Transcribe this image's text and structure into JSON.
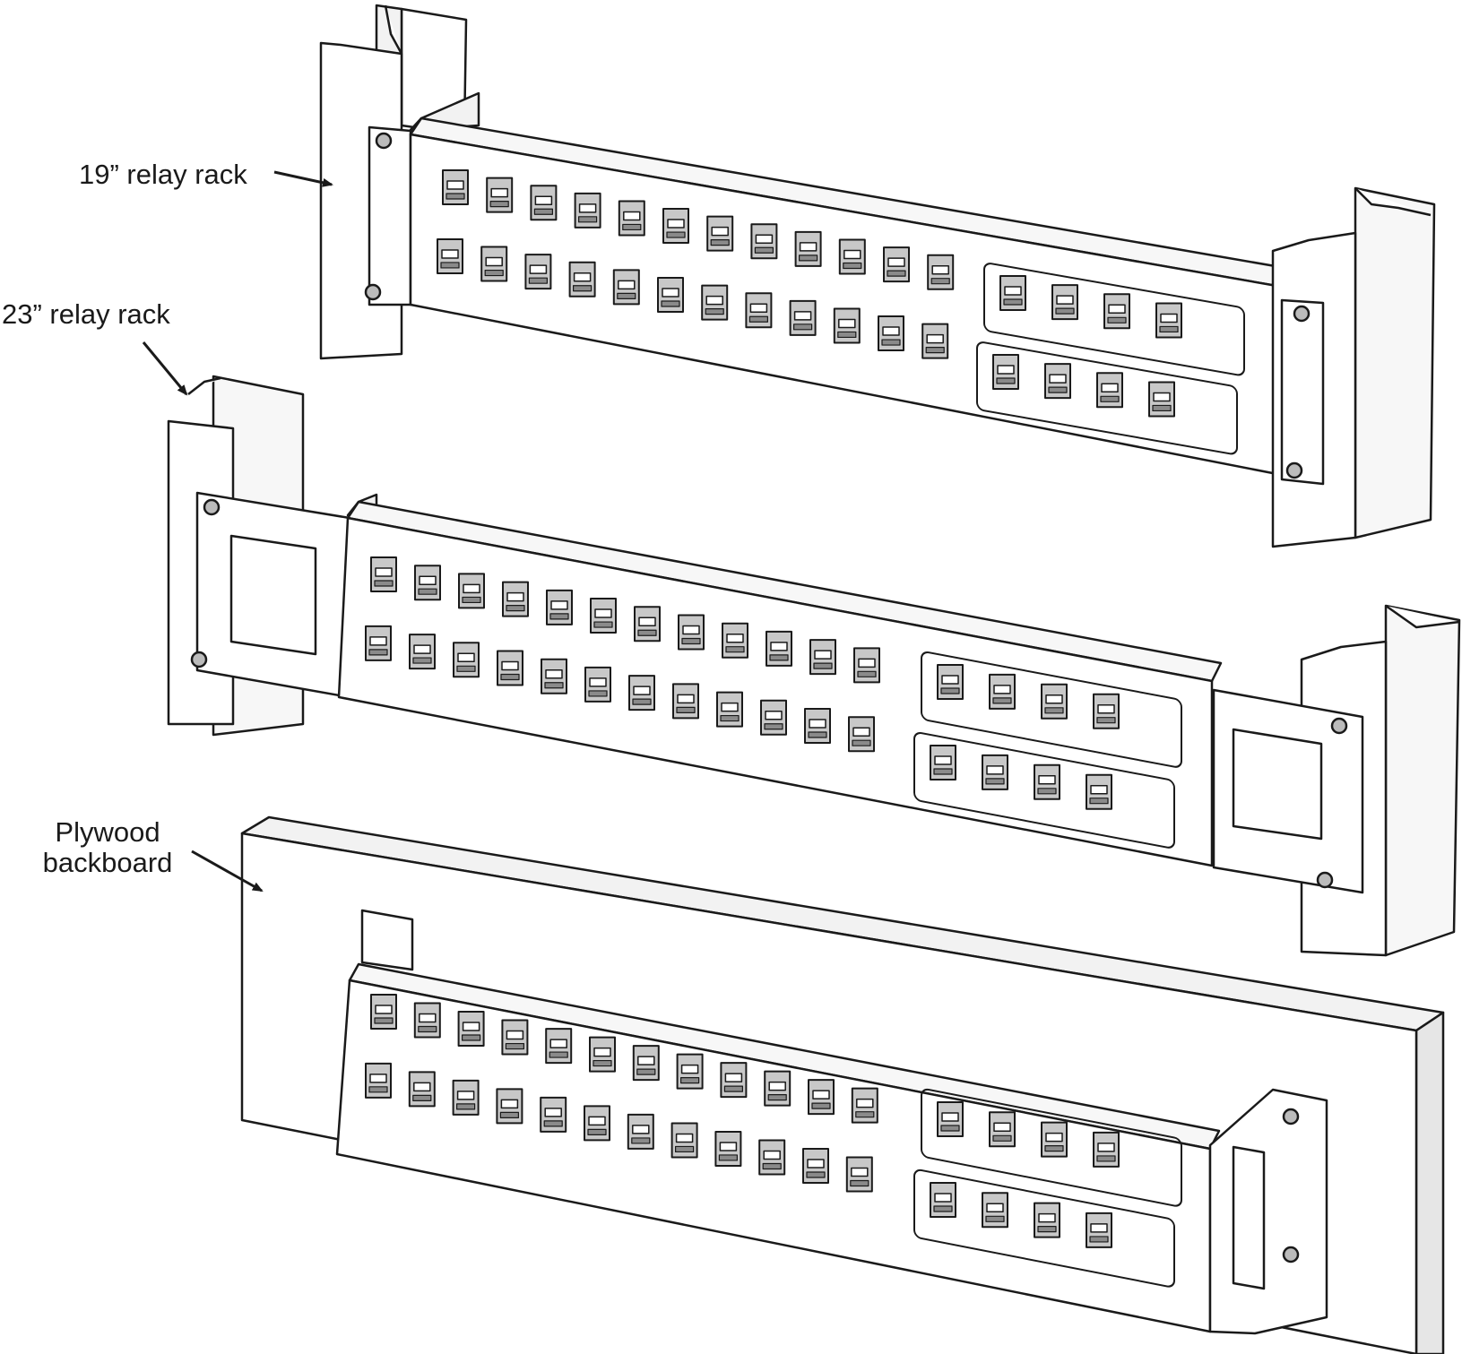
{
  "labels": {
    "relay_19": "19” relay rack",
    "relay_23": "23” relay rack",
    "plywood_line1": "Plywood",
    "plywood_line2": "backboard"
  },
  "colors": {
    "line": "#1a1a1a",
    "panel_face": "#ffffff",
    "port": "#c8c8c8",
    "port_dark": "#8a8a8a"
  },
  "assemblies": [
    {
      "name": "19-inch-rack-mount",
      "ports_row1": 12,
      "ports_row2": 12,
      "module_ports": [
        4,
        4
      ]
    },
    {
      "name": "23-inch-rack-mount",
      "ports_row1": 12,
      "ports_row2": 12,
      "module_ports": [
        4,
        4
      ]
    },
    {
      "name": "plywood-backboard-mount",
      "ports_row1": 12,
      "ports_row2": 12,
      "module_ports": [
        4,
        4
      ]
    }
  ]
}
